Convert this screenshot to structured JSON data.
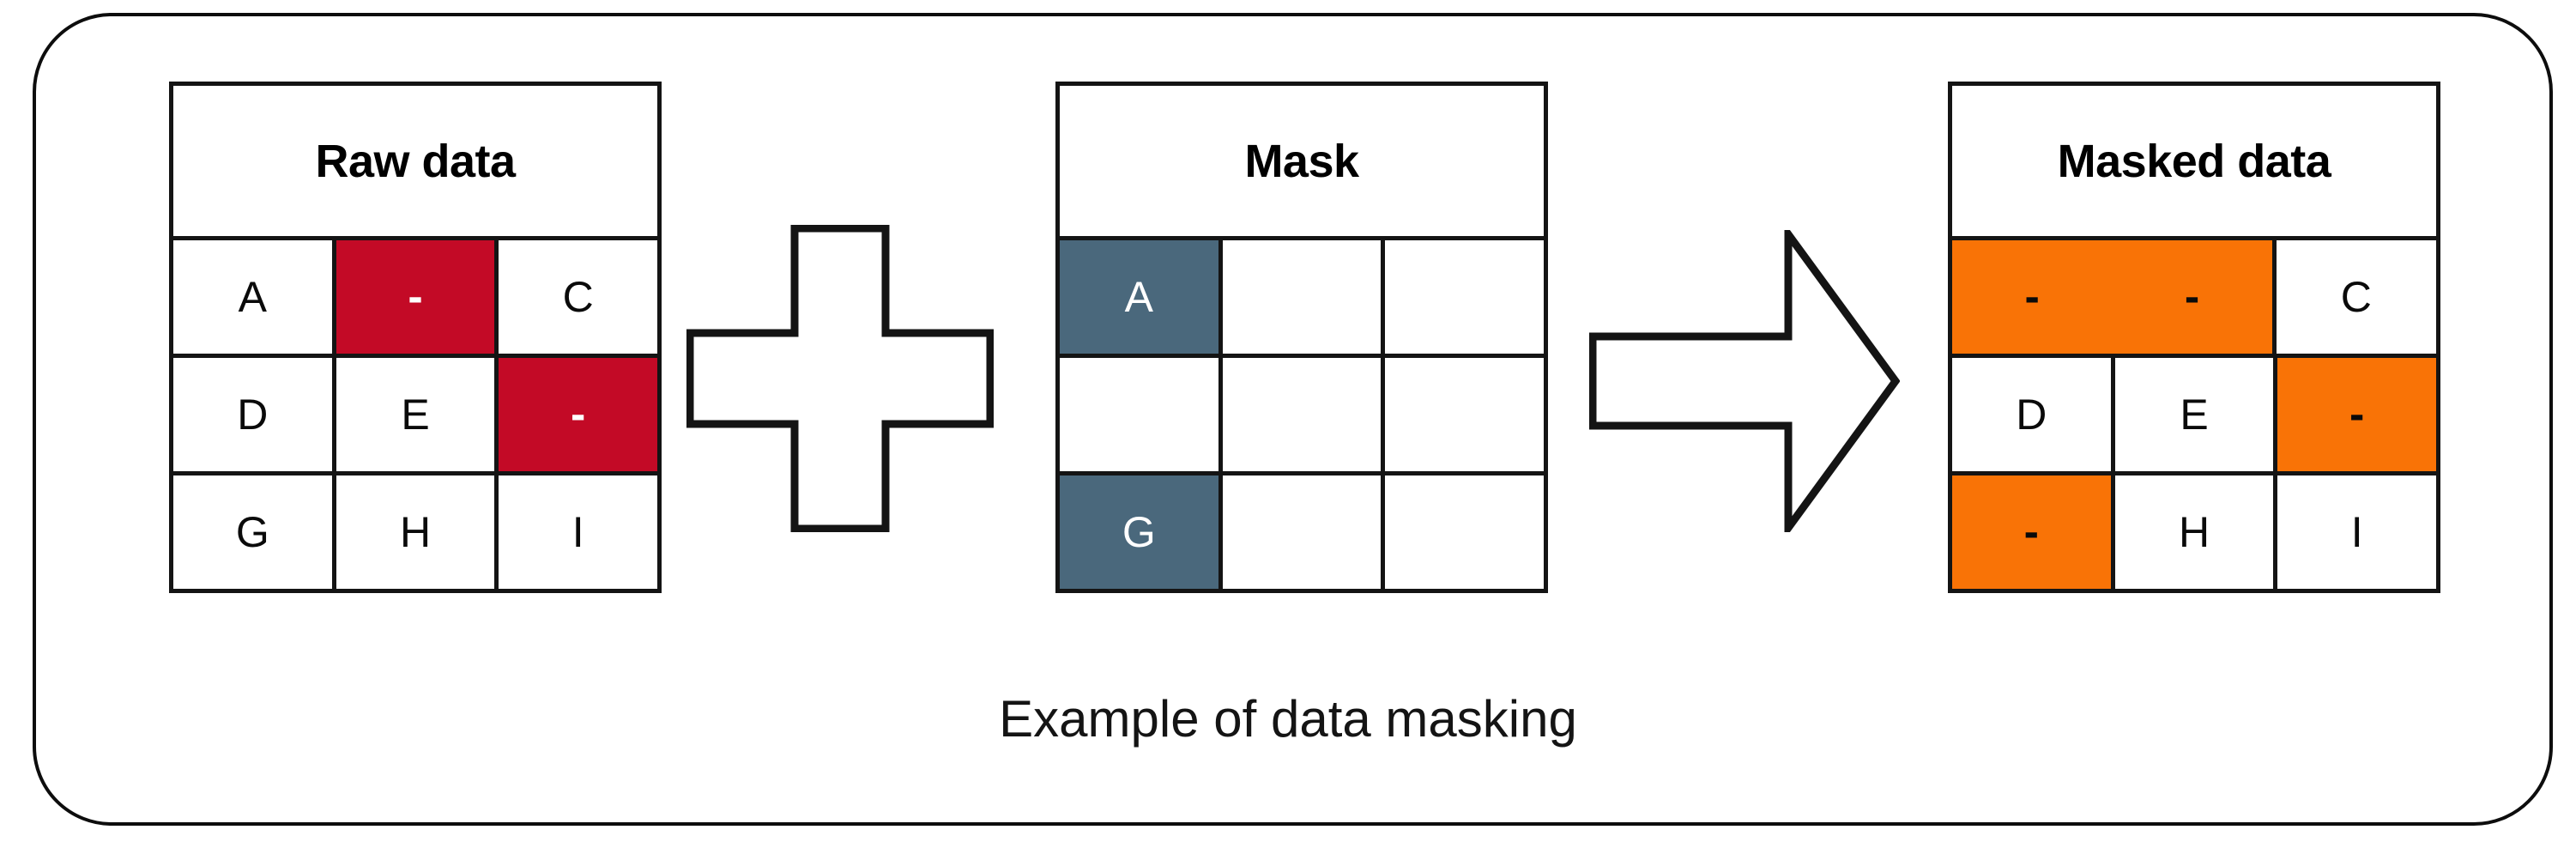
{
  "figure": {
    "caption": "Example of data masking"
  },
  "colors": {
    "raw_mask_fill": "#c30a26",
    "mask_fill": "#4a687c",
    "masked_fill": "#f97306",
    "border": "#141414",
    "frame": "#0d0d0d",
    "background": "#ffffff"
  },
  "symbols": {
    "plus": "plus-sign",
    "arrow": "right-arrow"
  },
  "tables": {
    "raw": {
      "title": "Raw data",
      "rows": [
        [
          {
            "text": "A",
            "fill": "none"
          },
          {
            "text": "-",
            "fill": "red"
          },
          {
            "text": "C",
            "fill": "none"
          }
        ],
        [
          {
            "text": "D",
            "fill": "none"
          },
          {
            "text": "E",
            "fill": "none"
          },
          {
            "text": "-",
            "fill": "red"
          }
        ],
        [
          {
            "text": "G",
            "fill": "none"
          },
          {
            "text": "H",
            "fill": "none"
          },
          {
            "text": "I",
            "fill": "none"
          }
        ]
      ]
    },
    "mask": {
      "title": "Mask",
      "rows": [
        [
          {
            "text": "A",
            "fill": "slate"
          },
          {
            "text": "",
            "fill": "none"
          },
          {
            "text": "",
            "fill": "none"
          }
        ],
        [
          {
            "text": "",
            "fill": "none"
          },
          {
            "text": "",
            "fill": "none"
          },
          {
            "text": "",
            "fill": "none"
          }
        ],
        [
          {
            "text": "G",
            "fill": "slate"
          },
          {
            "text": "",
            "fill": "none"
          },
          {
            "text": "",
            "fill": "none"
          }
        ]
      ]
    },
    "masked": {
      "title": "Masked data",
      "rows": [
        [
          {
            "text": "-",
            "fill": "orange",
            "merge_right": true
          },
          {
            "text": "-",
            "fill": "orange"
          },
          {
            "text": "C",
            "fill": "none"
          }
        ],
        [
          {
            "text": "D",
            "fill": "none"
          },
          {
            "text": "E",
            "fill": "none"
          },
          {
            "text": "-",
            "fill": "orange"
          }
        ],
        [
          {
            "text": "-",
            "fill": "orange"
          },
          {
            "text": "H",
            "fill": "none"
          },
          {
            "text": "I",
            "fill": "none"
          }
        ]
      ]
    }
  }
}
